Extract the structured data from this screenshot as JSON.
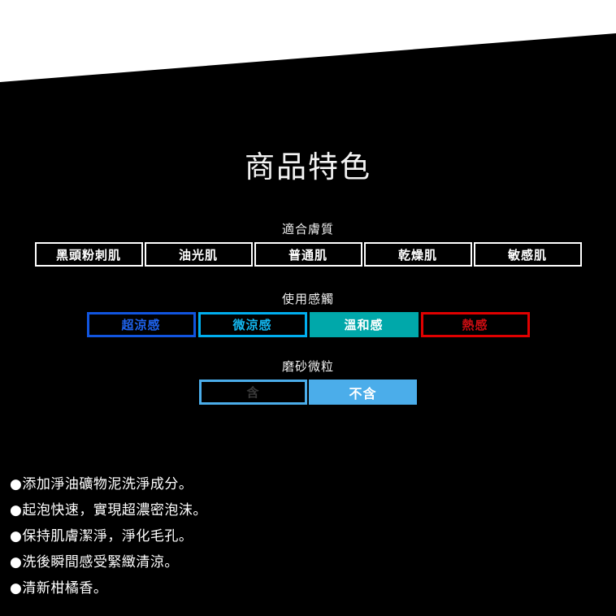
{
  "page": {
    "background_color": "#000000",
    "wedge_color": "#ffffff",
    "title": "商品特色"
  },
  "sections": [
    {
      "id": "skin-type",
      "label": "適合膚質",
      "options": [
        {
          "label": "黑頭粉刺肌",
          "state": "outline",
          "border_color": "#ffffff",
          "text_color": "#ffffff"
        },
        {
          "label": "油光肌",
          "state": "outline",
          "border_color": "#ffffff",
          "text_color": "#ffffff"
        },
        {
          "label": "普通肌",
          "state": "outline",
          "border_color": "#ffffff",
          "text_color": "#ffffff"
        },
        {
          "label": "乾燥肌",
          "state": "outline",
          "border_color": "#ffffff",
          "text_color": "#ffffff"
        },
        {
          "label": "敏感肌",
          "state": "outline",
          "border_color": "#ffffff",
          "text_color": "#ffffff"
        }
      ]
    },
    {
      "id": "sensation",
      "label": "使用感觸",
      "options": [
        {
          "label": "超涼感",
          "state": "outline",
          "border_color": "#1155e0",
          "text_color": "#1e63ee"
        },
        {
          "label": "微涼感",
          "state": "outline",
          "border_color": "#00aeef",
          "text_color": "#13b7f0"
        },
        {
          "label": "溫和感",
          "state": "selected",
          "border_color": "#00a8aa",
          "fill_color": "#00a8aa",
          "text_color": "#ffffff"
        },
        {
          "label": "熱感",
          "state": "outline",
          "border_color": "#e00000",
          "text_color": "#cc0d12"
        }
      ]
    },
    {
      "id": "scrub-particles",
      "label": "磨砂微粒",
      "options": [
        {
          "label": "含",
          "state": "outline",
          "border_color": "#4badea",
          "text_color": "#3a3a3a"
        },
        {
          "label": "不含",
          "state": "selected",
          "border_color": "#4badea",
          "fill_color": "#4badea",
          "text_color": "#ffffff"
        }
      ]
    }
  ],
  "features": {
    "bullet_glyph": "●",
    "items": [
      "●添加淨油礦物泥洗淨成分。",
      "●起泡快速，實現超濃密泡沫。",
      "●保持肌膚潔淨，淨化毛孔。",
      "●洗後瞬間感受緊緻清涼。",
      "●清新柑橘香。"
    ]
  }
}
